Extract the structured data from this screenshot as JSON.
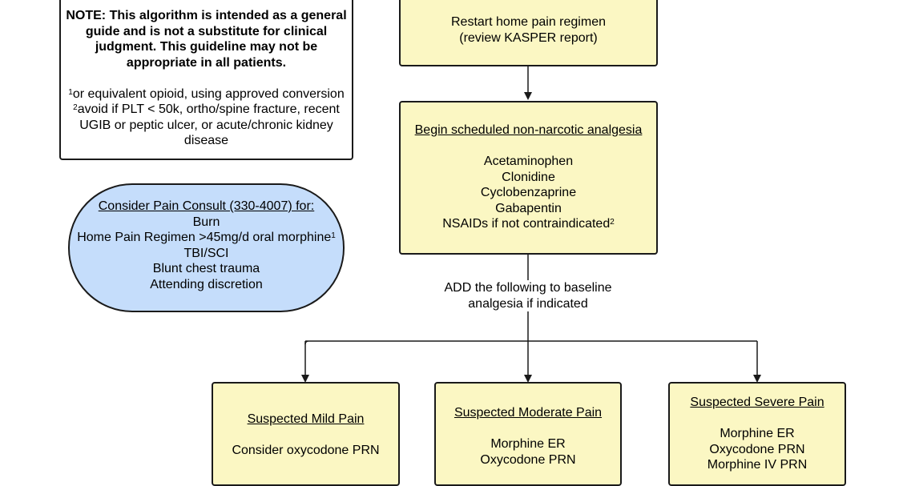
{
  "note_box": {
    "bold_lines": [
      "NOTE: This algorithm is intended as a general",
      "guide and is not a substitute for clinical",
      "judgment. This guideline may not be",
      "appropriate in all patients."
    ],
    "footnote1_sup": "1",
    "footnote1_text": "or equivalent opioid, using approved conversion",
    "footnote2_sup": "2",
    "footnote2_text": "avoid if PLT < 50k, ortho/spine fracture, recent",
    "footnote2_cont": [
      "UGIB or peptic ulcer, or acute/chronic kidney",
      "disease"
    ]
  },
  "consult_box": {
    "title": "Consider Pain Consult (330-4007) for:",
    "items": [
      "Burn",
      "Home Pain Regimen >45mg/d oral morphine",
      "TBI/SCI",
      "Blunt chest trauma",
      "Attending discretion"
    ],
    "home_regimen_sup": "1"
  },
  "restart_box": {
    "lines": [
      "Restart home pain regimen",
      "(review KASPER report)"
    ]
  },
  "nonnarcotic_box": {
    "title": "Begin scheduled non-narcotic analgesia",
    "items": [
      "Acetaminophen",
      "Clonidine",
      "Cyclobenzaprine",
      "Gabapentin",
      "NSAIDs if not contraindicated"
    ],
    "nsaid_sup": "2"
  },
  "add_label": {
    "lines": [
      "ADD the following to baseline",
      "analgesia if indicated"
    ]
  },
  "mild_box": {
    "title": "Suspected Mild Pain",
    "items": [
      "Consider oxycodone PRN"
    ]
  },
  "moderate_box": {
    "title": "Suspected Moderate Pain",
    "items": [
      "Morphine ER",
      "Oxycodone PRN"
    ]
  },
  "severe_box": {
    "title": "Suspected Severe Pain",
    "items": [
      "Morphine ER",
      "Oxycodone PRN",
      "Morphine IV PRN"
    ]
  },
  "colors": {
    "yellow_fill": "#fbf7c3",
    "blue_fill": "#c5ddfb",
    "border": "#1a1a1a"
  }
}
